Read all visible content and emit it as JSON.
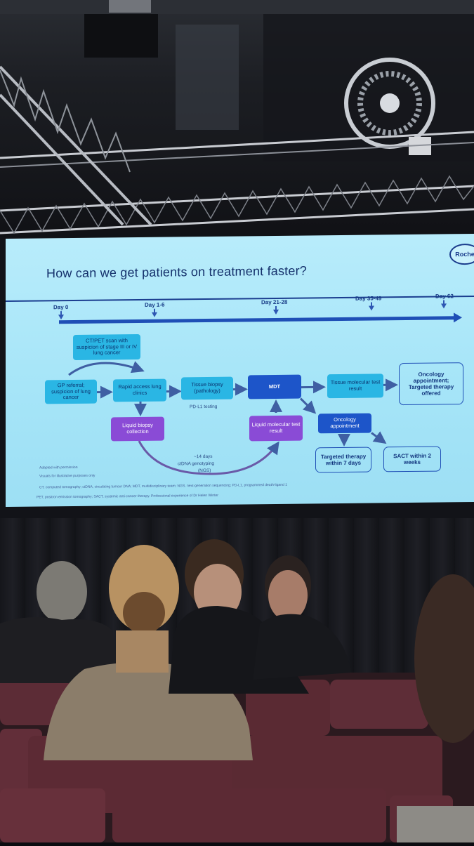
{
  "slide": {
    "title": "How can we get patients on treatment faster?",
    "logo": "Roche",
    "days": [
      "Day 0",
      "Day 1-6",
      "Day 21-28",
      "Day 35-49",
      "Day 62"
    ],
    "boxes": {
      "ct_scan": "CT/PET scan with suspicion of stage III or IV lung cancer",
      "gp_referral": "GP referral; suspicion of lung cancer",
      "rapid_access": "Rapid access lung clinics",
      "tissue_biopsy": "Tissue biopsy (pathology)",
      "mdt": "MDT",
      "tissue_molecular": "Tissue molecular test result",
      "oncology_targeted": "Oncology appointment; Targeted therapy offered",
      "liquid_biopsy": "Liquid biopsy collection",
      "liquid_molecular": "Liquid molecular test result",
      "oncology_appointment": "Oncology appointment",
      "targeted_7days": "Targeted therapy within 7 days",
      "sact": "SACT within 2 weeks"
    },
    "pdl1": "PD-L1 testing",
    "ctdna_days": "~14 days",
    "ctdna_label": "ctDNA genotyping",
    "ngs": "(NGS)",
    "footnotes": {
      "adapted": "Adapted with permission",
      "visuals": "Visuals for illustrative purposes only",
      "abbrev1": "CT, computed tomography; ctDNA, circulating tumour DNA; MDT, multidisciplinary team; NGS, next-generation sequencing; PD-L1, programmed death-ligand 1",
      "abbrev2": "PET, positron emission tomography; SACT, systemic anti-cancer therapy. Professional experience of Dr Helen Winter"
    }
  },
  "colors": {
    "slide_bg": "#a6e5f8",
    "navy": "#1d55c9",
    "cyan": "#2ab6e4",
    "purple": "#8a4bd6",
    "title": "#14306b"
  }
}
